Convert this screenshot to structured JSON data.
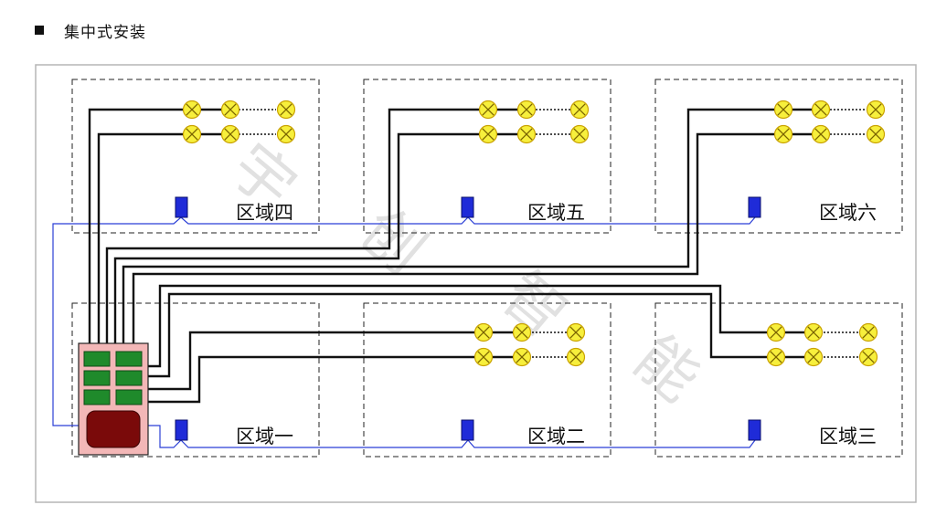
{
  "heading": {
    "bullet_icon": "black-square-icon",
    "title": "集中式安装"
  },
  "zones": [
    {
      "id": "zone-4",
      "label": "区域四"
    },
    {
      "id": "zone-5",
      "label": "区域五"
    },
    {
      "id": "zone-6",
      "label": "区域六"
    },
    {
      "id": "zone-1",
      "label": "区域一"
    },
    {
      "id": "zone-2",
      "label": "区域二"
    },
    {
      "id": "zone-3",
      "label": "区域三"
    }
  ],
  "watermark": [
    "宇",
    "创",
    "智",
    "能"
  ],
  "colors": {
    "lamp_fill": "#f7ef3c",
    "lamp_stroke": "#c9a200",
    "sensor": "#1f2bd8",
    "signal_line": "#2b3fd6",
    "power_line": "#111111",
    "panel_bg": "#f3b7b7",
    "panel_breaker": "#1f8a2b",
    "panel_controller": "#7a0a0a"
  },
  "icons": {
    "lamp": "lamp-cross-circle-icon",
    "sensor": "sensor-icon",
    "panel": "distribution-panel-icon"
  }
}
